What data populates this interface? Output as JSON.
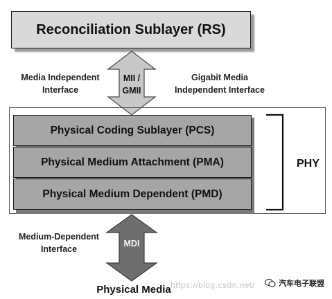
{
  "diagram": {
    "reconciliation": {
      "label": "Reconciliation Sublayer (RS)"
    },
    "upper_interface": {
      "left_label": "Media Independent\nInterface",
      "arrow_label": "MII /\nGMII",
      "right_label": "Gigabit Media\nIndependent Interface"
    },
    "phy_layers": [
      {
        "label": "Physical Coding Sublayer (PCS)"
      },
      {
        "label": "Physical Medium Attachment (PMA)"
      },
      {
        "label": "Physical Medium Dependent (PMD)"
      }
    ],
    "phy_bracket_label": "PHY",
    "lower_interface": {
      "left_label": "Medium-Dependent\nInterface",
      "arrow_label": "MDI"
    },
    "physical_media": {
      "label": "Physical Media"
    }
  },
  "watermark": {
    "url_text": "https://blog.csdn.net/",
    "account_text": "汽车电子联盟"
  },
  "colors": {
    "rs_fill": "#d9d9d9",
    "layer_fill": "#a6a6a6",
    "upper_arrow_fill": "#c8c8c8",
    "lower_arrow_fill": "#6e6e6e",
    "frame_red": "#e02020"
  }
}
